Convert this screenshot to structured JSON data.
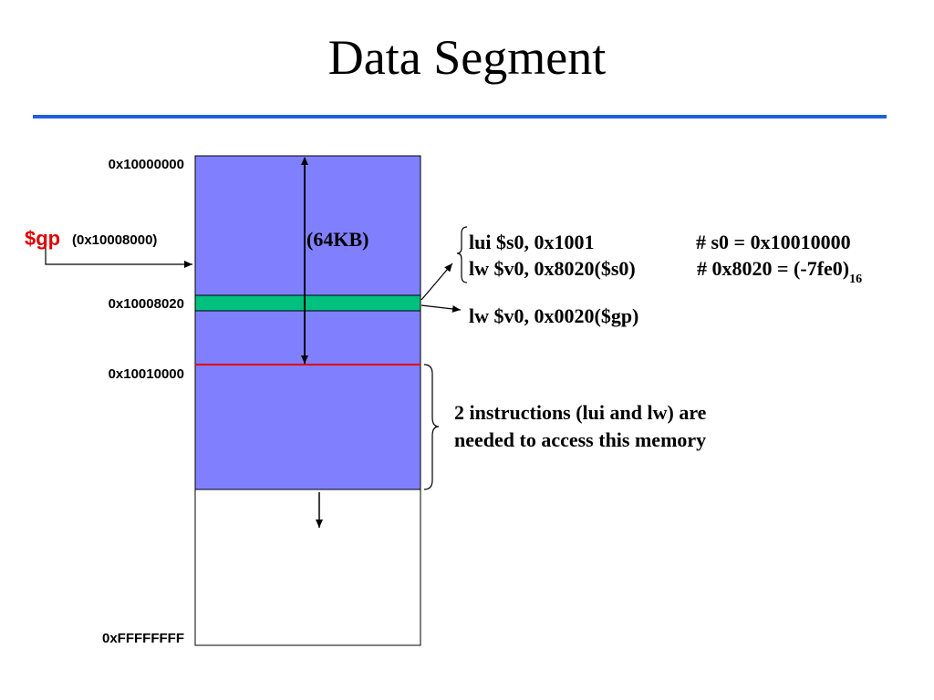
{
  "title": "Data Segment",
  "addresses": {
    "start": "0x10000000",
    "gp_offset_addr": "0x10008020",
    "base": "0x10010000",
    "end": "0xFFFFFFFF"
  },
  "gp": {
    "label": "$gp",
    "address": "(0x10008000)"
  },
  "range_label": "(64KB)",
  "code": {
    "line1_instr": "lui $s0, 0x1001",
    "line1_comment": "# s0 = 0x10010000",
    "line2_instr": "lw $v0, 0x8020($s0)",
    "line2_comment": "# 0x8020 = (-7fe0)",
    "line2_subscript": "16",
    "gp_instr": "lw $v0, 0x0020($gp)"
  },
  "note": {
    "line1": "2 instructions (lui and lw) are",
    "line2": "needed to access this memory"
  },
  "colors": {
    "segment_fill": "#8080ff",
    "highlight_band": "#00c080",
    "boundary_line": "#e00000",
    "rule": "#1f5fe0",
    "gp_label": "#e00000"
  }
}
